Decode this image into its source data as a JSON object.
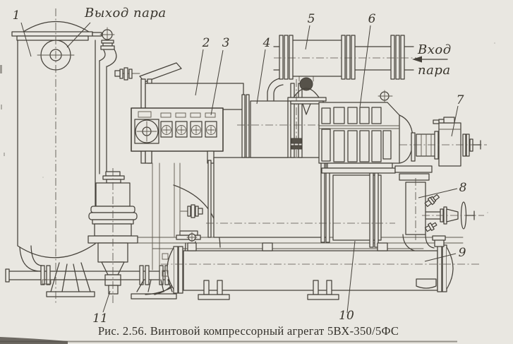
{
  "colors": {
    "paper": "#e9e7e1",
    "ink": "#45413a"
  },
  "figure": {
    "caption": "Рис. 2.56. Винтовой компрессорный агрегат 5ВХ-350/5ФС",
    "labels": {
      "steam_outlet": "Выход пара",
      "steam_inlet_line1": "Вход",
      "steam_inlet_line2": "пара"
    },
    "callouts": [
      "1",
      "2",
      "3",
      "4",
      "5",
      "6",
      "7",
      "8",
      "9",
      "10",
      "11"
    ]
  }
}
